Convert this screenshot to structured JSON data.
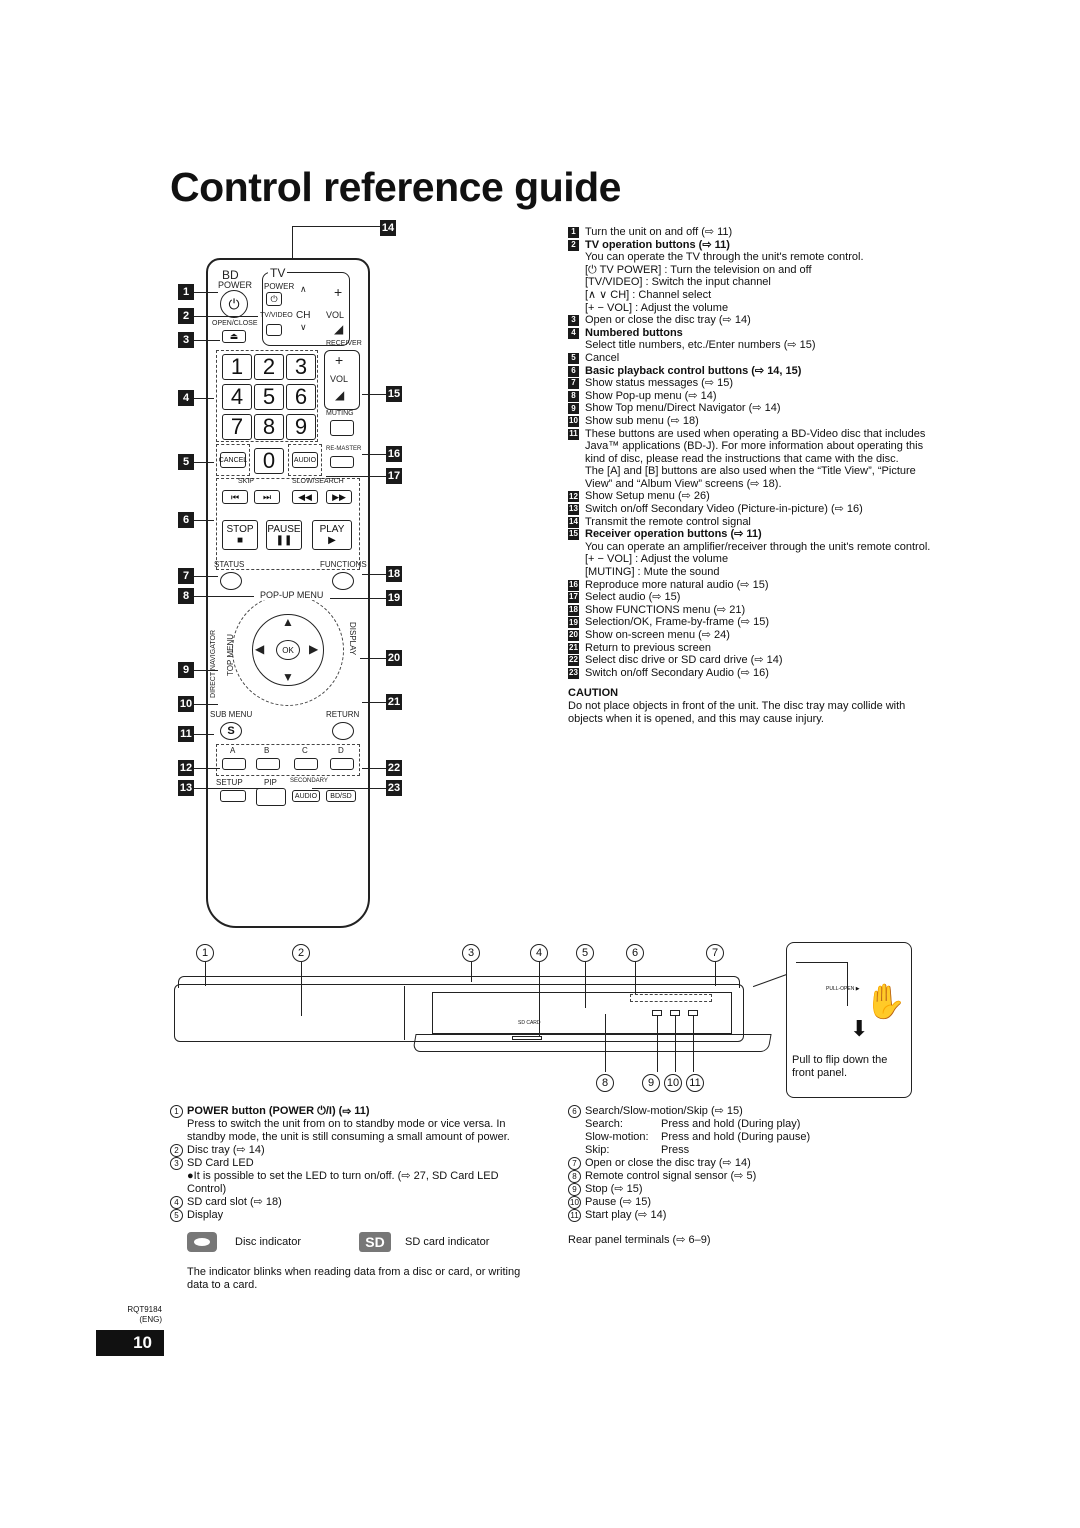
{
  "title": "Control reference guide",
  "remote": {
    "bd": "BD",
    "power": "POWER",
    "tv": "TV",
    "tv_power": "POWER",
    "open_close": "OPEN/CLOSE",
    "tv_video": "TV/VIDEO",
    "ch": "CH",
    "vol": "VOL",
    "receiver": "RECEIVER",
    "receiver_vol": "VOL",
    "muting": "MUTING",
    "keys": [
      "1",
      "2",
      "3",
      "4",
      "5",
      "6",
      "7",
      "8",
      "9",
      "0"
    ],
    "cancel": "CANCEL",
    "audio": "AUDIO",
    "re_master": "RE-MASTER",
    "skip": "SKIP",
    "slow_search": "SLOW/SEARCH",
    "stop": "STOP",
    "pause": "PAUSE",
    "play": "PLAY",
    "status": "STATUS",
    "functions": "FUNCTIONS",
    "pop_up_menu": "POP-UP MENU",
    "direct_navigator": "DIRECT NAVIGATOR",
    "top_menu": "TOP MENU",
    "display": "DISPLAY",
    "ok": "OK",
    "sub_menu": "SUB MENU",
    "return": "RETURN",
    "s": "S",
    "color_keys": [
      "A",
      "B",
      "C",
      "D"
    ],
    "setup": "SETUP",
    "pip": "PIP",
    "secondary": "SECONDARY",
    "secondary_audio": "AUDIO",
    "bd_sd": "BD/SD"
  },
  "callouts_left": [
    "1",
    "2",
    "3",
    "4",
    "5",
    "6",
    "7",
    "8",
    "9",
    "10",
    "11",
    "12",
    "13"
  ],
  "callouts_right": [
    "14",
    "15",
    "16",
    "17",
    "18",
    "19",
    "20",
    "21",
    "22",
    "23"
  ],
  "descriptions": [
    {
      "n": "1",
      "text": "Turn the unit on and off (⇨ 11)"
    },
    {
      "n": "2",
      "text": "TV operation buttons (⇨ 11)",
      "bold": true
    },
    {
      "n": "",
      "text": "You can operate the TV through the unit's remote control."
    },
    {
      "n": "",
      "text": "[⏻ TV POWER] : Turn the television on and off"
    },
    {
      "n": "",
      "text": "[TV/VIDEO] : Switch the input channel"
    },
    {
      "n": "",
      "text": "[∧ ∨ CH] : Channel select"
    },
    {
      "n": "",
      "text": "[+ − VOL] : Adjust the volume"
    },
    {
      "n": "3",
      "text": "Open or close the disc tray (⇨ 14)"
    },
    {
      "n": "4",
      "text": "Numbered buttons",
      "bold": true
    },
    {
      "n": "",
      "text": "Select title numbers, etc./Enter numbers (⇨ 15)"
    },
    {
      "n": "5",
      "text": "Cancel"
    },
    {
      "n": "6",
      "text": "Basic playback control buttons (⇨ 14, 15)",
      "bold": true
    },
    {
      "n": "7",
      "text": "Show status messages (⇨ 15)"
    },
    {
      "n": "8",
      "text": "Show Pop-up menu (⇨ 14)"
    },
    {
      "n": "9",
      "text": "Show Top menu/Direct Navigator (⇨ 14)"
    },
    {
      "n": "10",
      "text": "Show sub menu (⇨ 18)"
    },
    {
      "n": "11",
      "text": "These buttons are used when operating a BD-Video disc that includes Java™ applications (BD-J). For more information about operating this kind of disc, please read the instructions that came with the disc."
    },
    {
      "n": "",
      "text": "The [A] and [B] buttons are also used when the “Title View”, “Picture View” and “Album View” screens (⇨ 18)."
    },
    {
      "n": "12",
      "text": "Show Setup menu (⇨ 26)"
    },
    {
      "n": "13",
      "text": "Switch on/off Secondary Video (Picture-in-picture) (⇨ 16)"
    },
    {
      "n": "14",
      "text": "Transmit the remote control signal"
    },
    {
      "n": "15",
      "text": "Receiver operation buttons (⇨ 11)",
      "bold": true
    },
    {
      "n": "",
      "text": "You can operate an amplifier/receiver through the unit's remote control."
    },
    {
      "n": "",
      "text": "[+ − VOL] : Adjust the volume"
    },
    {
      "n": "",
      "text": "[MUTING] : Mute the sound"
    },
    {
      "n": "16",
      "text": "Reproduce more natural audio (⇨ 15)"
    },
    {
      "n": "17",
      "text": "Select audio (⇨ 15)"
    },
    {
      "n": "18",
      "text": "Show FUNCTIONS menu (⇨ 21)"
    },
    {
      "n": "19",
      "text": "Selection/OK, Frame-by-frame (⇨ 15)"
    },
    {
      "n": "20",
      "text": "Show on-screen menu (⇨ 24)"
    },
    {
      "n": "21",
      "text": "Return to previous screen"
    },
    {
      "n": "22",
      "text": "Select disc drive or SD card drive (⇨ 14)"
    },
    {
      "n": "23",
      "text": "Switch on/off Secondary Audio (⇨ 16)"
    }
  ],
  "caution": {
    "heading": "CAUTION",
    "text": "Do not place objects in front of the unit. The disc tray may collide with objects when it is opened, and this may cause injury."
  },
  "panel": {
    "top_numbers": [
      "1",
      "2",
      "3",
      "4",
      "5",
      "6",
      "7"
    ],
    "bottom_numbers": [
      "8",
      "9",
      "10",
      "11"
    ],
    "sd_card_label": "SD CARD",
    "pull_open": "PULL-OPEN ▶",
    "flip_caption": "Pull to flip down the front panel."
  },
  "front_left": [
    {
      "n": "1",
      "text": "POWER button (POWER ⏻/I) (⇨ 11)",
      "bold": true
    },
    {
      "n": "",
      "text": "Press to switch the unit from on to standby mode or vice versa. In standby mode, the unit is still consuming a small amount of power."
    },
    {
      "n": "2",
      "text": "Disc tray (⇨ 14)"
    },
    {
      "n": "3",
      "text": "SD Card LED"
    },
    {
      "n": "",
      "text": "●It is possible to set the LED to turn on/off. (⇨ 27, SD Card LED Control)"
    },
    {
      "n": "4",
      "text": "SD card slot (⇨ 18)"
    },
    {
      "n": "5",
      "text": "Display"
    }
  ],
  "indicators": {
    "disc": "Disc indicator",
    "sd_badge": "SD",
    "sd": "SD card indicator",
    "note": "The indicator blinks when reading data from a disc or card, or writing data to a card."
  },
  "front_right": [
    {
      "n": "6",
      "text": "Search/Slow-motion/Skip (⇨ 15)"
    },
    {
      "n": "7",
      "text": "Open or close the disc tray (⇨ 14)"
    },
    {
      "n": "8",
      "text": "Remote control signal sensor (⇨ 5)"
    },
    {
      "n": "9",
      "text": "Stop (⇨ 15)"
    },
    {
      "n": "10",
      "text": "Pause (⇨ 15)"
    },
    {
      "n": "11",
      "text": "Start play (⇨ 14)"
    }
  ],
  "search_table": [
    {
      "k": "Search:",
      "v": "Press and hold (During play)"
    },
    {
      "k": "Slow-motion:",
      "v": "Press and hold (During pause)"
    },
    {
      "k": "Skip:",
      "v": "Press"
    }
  ],
  "rear_panel": "Rear panel terminals (⇨ 6–9)",
  "footer": {
    "code": "RQT9184",
    "lang": "(ENG)",
    "page": "10"
  }
}
